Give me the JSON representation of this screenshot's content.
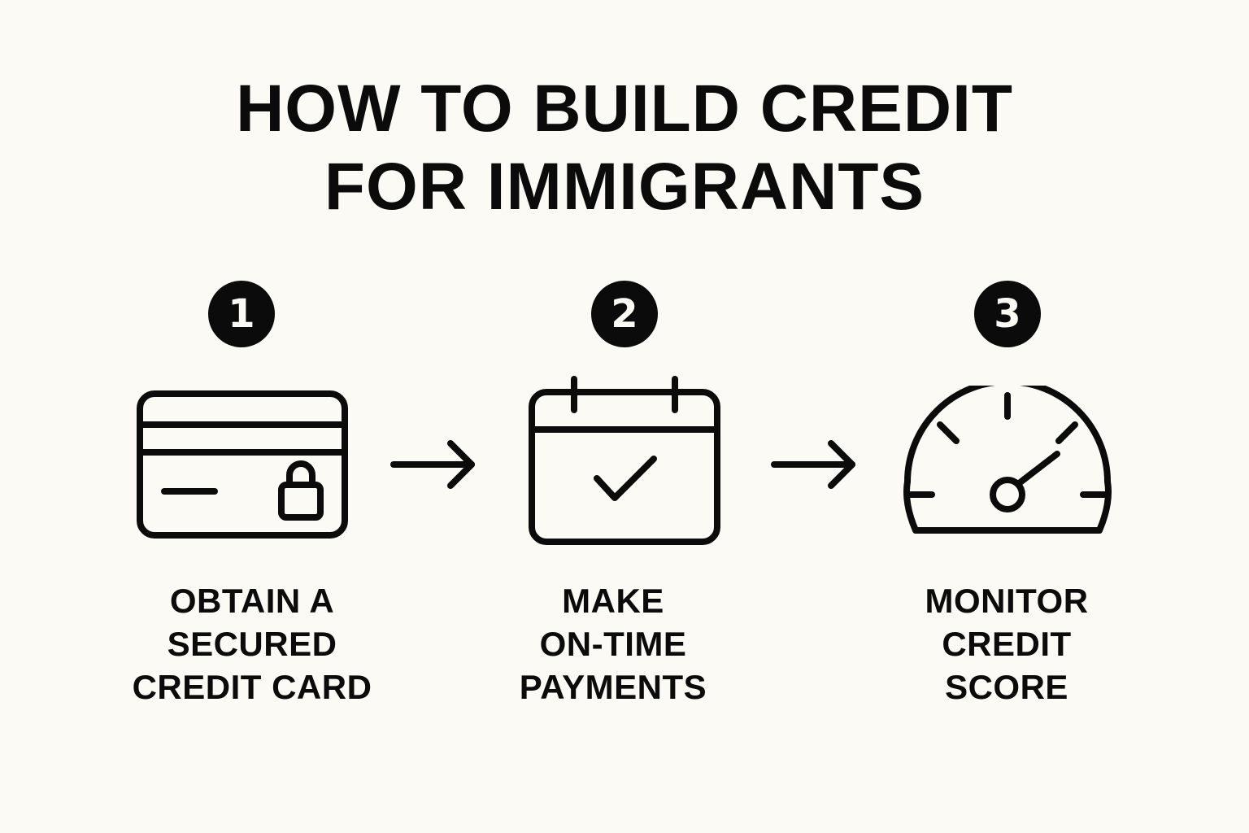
{
  "title": {
    "line1": "HOW TO BUILD CREDIT",
    "line2": "FOR IMMIGRANTS"
  },
  "steps": [
    {
      "number": "1",
      "icon": "secured-credit-card-icon",
      "label_lines": [
        "OBTAIN A",
        "SECURED",
        "CREDIT CARD"
      ]
    },
    {
      "number": "2",
      "icon": "calendar-check-icon",
      "label_lines": [
        "MAKE",
        "ON-TIME",
        "PAYMENTS"
      ]
    },
    {
      "number": "3",
      "icon": "speedometer-gauge-icon",
      "label_lines": [
        "MONITOR",
        "CREDIT",
        "SCORE"
      ]
    }
  ],
  "connectors": [
    "right-arrow-icon",
    "right-arrow-icon"
  ],
  "colors": {
    "background": "#fbfaf5",
    "ink": "#0b0b0b"
  }
}
